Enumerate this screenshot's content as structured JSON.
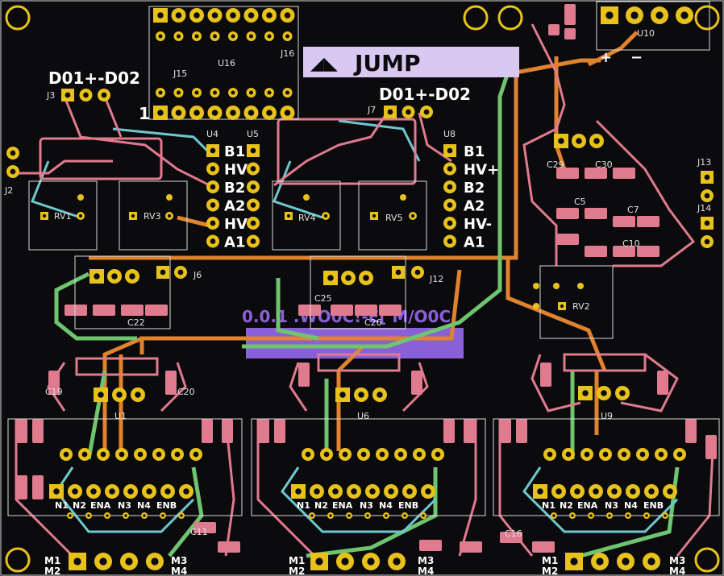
{
  "logo": {
    "text": "JUMP"
  },
  "header_labels": {
    "left": "D01+-D02",
    "right": "D01+-D02",
    "pin1": "1"
  },
  "pin_labels_left": [
    "B1",
    "HV",
    "B2",
    "A2",
    "HV",
    "A1"
  ],
  "pin_labels_right": [
    "B1",
    "HV+",
    "B2",
    "A2",
    "HV-",
    "A1"
  ],
  "plus_minus": {
    "plus": "+",
    "minus": "−"
  },
  "version_text": "0.0.1 .WO0C!-E[ M/O0C",
  "refs": {
    "j2": "J2",
    "j3": "J3",
    "j6": "J6",
    "j7": "J7",
    "j12": "J12",
    "j13": "J13",
    "j14": "J14",
    "j15": "J15",
    "j16": "J16",
    "u16": "U16",
    "u4": "U4",
    "u5": "U5",
    "u8": "U8",
    "u10": "U10",
    "u1": "U1",
    "u6": "U6",
    "u9": "U9",
    "rv1": "RV1",
    "rv2": "RV2",
    "rv3": "RV3",
    "rv4": "RV4",
    "rv5": "RV5",
    "c5": "C5",
    "c7": "C7",
    "c10": "C10",
    "c11": "C11",
    "c16": "C16",
    "c19": "C19",
    "c20": "C20",
    "c22": "C22",
    "c25": "C25",
    "c26": "C26",
    "c29": "C29",
    "c30": "C30"
  },
  "driver_labels": [
    "N1",
    "N2",
    "ENA",
    "N3",
    "N4",
    "ENB"
  ],
  "motor_labels": {
    "m1": "M1",
    "m2": "M2",
    "m3": "M3",
    "m4": "M4"
  },
  "colors": {
    "background": "#0b0b0e",
    "pad": "#e8c21a",
    "trace_front": "#e07a8f",
    "trace_back": "#e0822e",
    "trace_green": "#6fc46f",
    "trace_cyan": "#6ec7cf",
    "silk": "#e8e8e8",
    "logo_bg": "#d8c8f2",
    "back_silk": "#8a60d8"
  }
}
